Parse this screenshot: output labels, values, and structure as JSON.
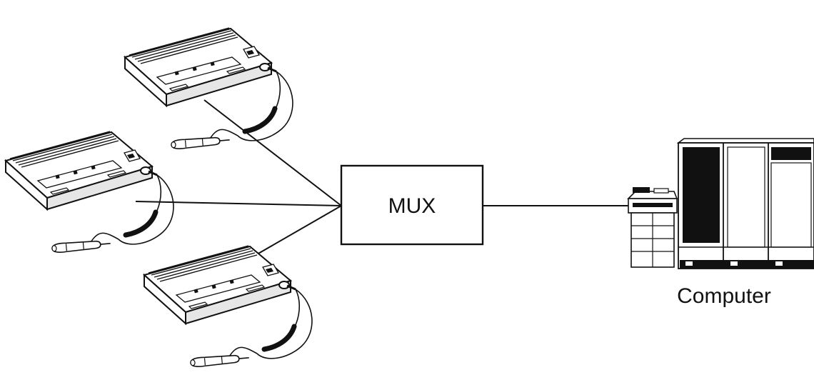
{
  "mux": {
    "label": "MUX"
  },
  "computer": {
    "label": "Computer"
  },
  "colors": {
    "ink": "#111111",
    "paper": "#ffffff",
    "shade": "#e6e6e6"
  },
  "terminals": [
    {
      "name": "terminal-top"
    },
    {
      "name": "terminal-middle"
    },
    {
      "name": "terminal-bottom"
    }
  ]
}
